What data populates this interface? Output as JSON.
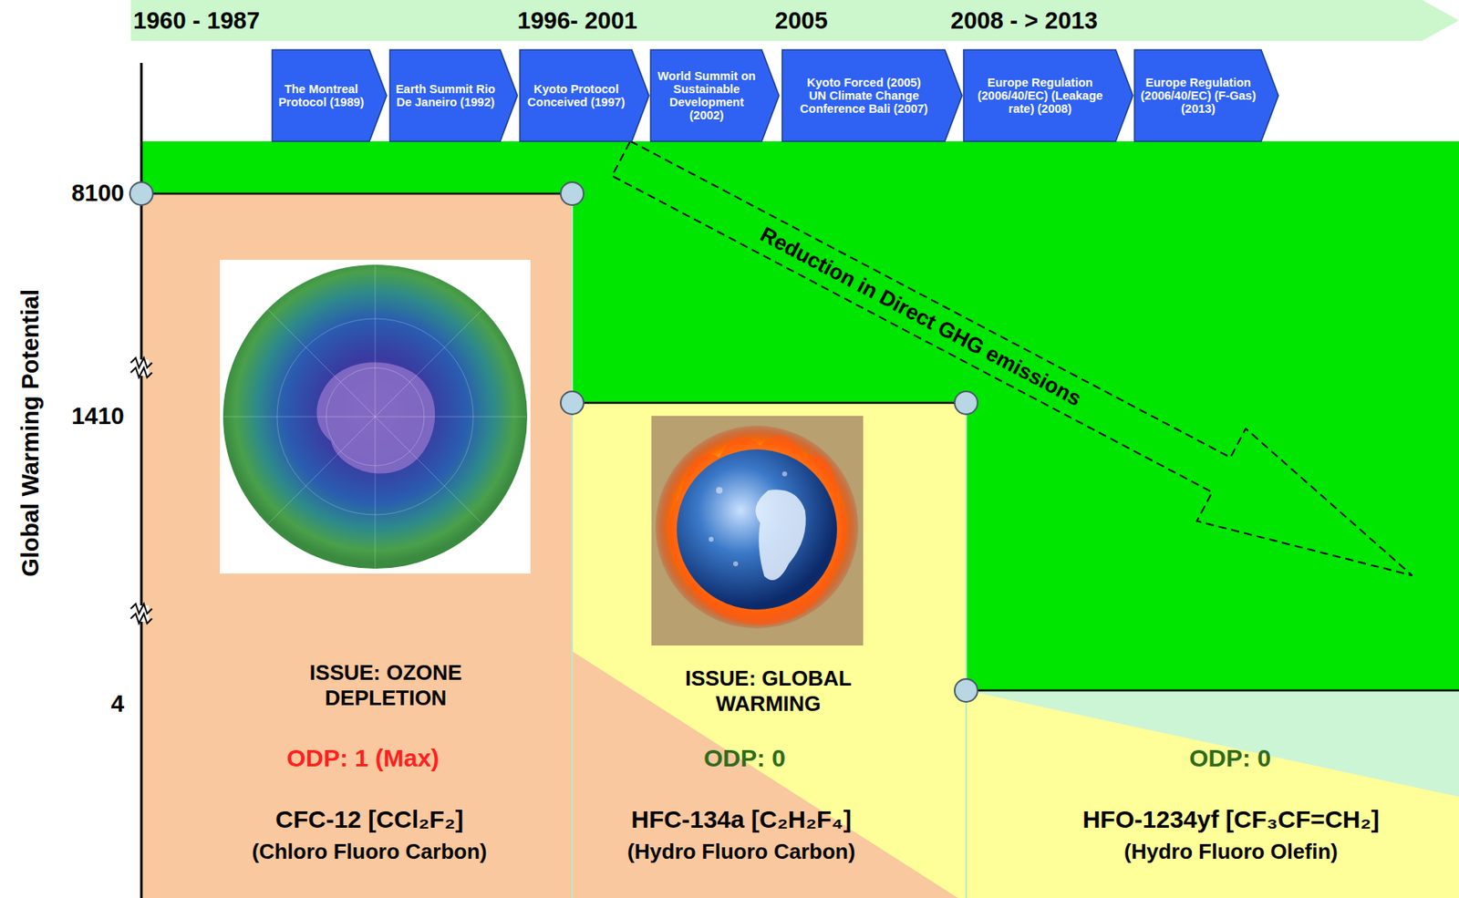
{
  "diagram": {
    "nodes": [
      {
        "text": [
          "The Montreal Protocol (1989)"
        ]
      },
      {
        "text": [
          "Earth Summit Rio De Janeiro (1992)"
        ]
      },
      {
        "text": [
          "Kyoto Protocol Conceived (1997)"
        ]
      },
      {
        "text": [
          "World Summit on Sustainable Development (2002)"
        ]
      },
      {
        "text": [
          "Kyoto Forced (2005)",
          "UN Climate Change Conference Bali (2007)"
        ]
      },
      {
        "text": [
          "Europe Regulation (2006/40/EC) (Leakage rate) (2008)"
        ]
      },
      {
        "text": [
          "Europe Regulation (2006/40/EC) (F-Gas) (2013)"
        ]
      },
      {
        "text": [
          "ISSUE: OZONE DEPLETION",
          "ODP: 1 (Max)",
          "CFC-12 [CCl₂F₂]",
          "(Chloro Fluoro Carbon)"
        ]
      },
      {
        "text": [
          "ISSUE: GLOBAL WARMING",
          "ODP: 0",
          "HFC-134a [C₂H₂F₄]",
          "(Hydro Fluoro Carbon)"
        ]
      },
      {
        "text": [
          "ODP: 0",
          "HFO-1234yf [CF₃CF=CH₂]",
          "(Hydro Fluoro Olefin)"
        ]
      }
    ],
    "labels": [
      "1960 - 1987",
      "1996- 2001",
      "2005",
      "2008 - > 2013",
      "Global Warming Potential",
      "8100",
      "1410",
      "4",
      "Reduction in Direct GHG emissions"
    ]
  }
}
